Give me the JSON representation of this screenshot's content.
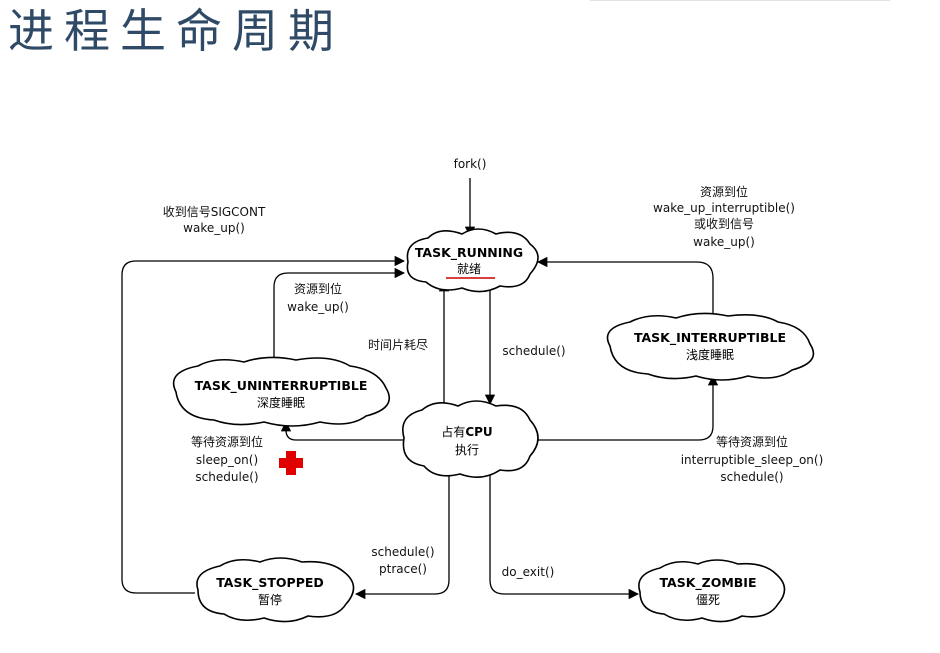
{
  "title": "进程生命周期",
  "states": {
    "running": {
      "name": "TASK_RUNNING",
      "desc": "就绪"
    },
    "cpu": {
      "name_prefix": "占有",
      "name": "CPU",
      "desc": "执行"
    },
    "interruptible": {
      "name": "TASK_INTERRUPTIBLE",
      "desc": "浅度睡眠"
    },
    "uninterruptible": {
      "name": "TASK_UNINTERRUPTIBLE",
      "desc": "深度睡眠"
    },
    "stopped": {
      "name": "TASK_STOPPED",
      "desc": "暂停"
    },
    "zombie": {
      "name": "TASK_ZOMBIE",
      "desc": "僵死"
    }
  },
  "labels": {
    "fork": "fork()",
    "sigcont_1": "收到信号SIGCONT",
    "sigcont_2": "wake_up()",
    "intr_wake_1": "资源到位",
    "intr_wake_2": "wake_up_interruptible()",
    "intr_wake_3": "或收到信号",
    "intr_wake_4": "wake_up()",
    "unintr_wake_1": "资源到位",
    "unintr_wake_2": "wake_up()",
    "timeslice": "时间片耗尽",
    "schedule": "schedule()",
    "sleep_on_1": "等待资源到位",
    "sleep_on_2": "sleep_on()",
    "sleep_on_3": "schedule()",
    "intr_sleep_1": "等待资源到位",
    "intr_sleep_2": "interruptible_sleep_on()",
    "intr_sleep_3": "schedule()",
    "stop_1": "schedule()",
    "stop_2": "ptrace()",
    "exit": "do_exit()"
  },
  "colors": {
    "title": "#2f4a66",
    "underline": "#cc0000",
    "plus_marker": "#e00000"
  }
}
